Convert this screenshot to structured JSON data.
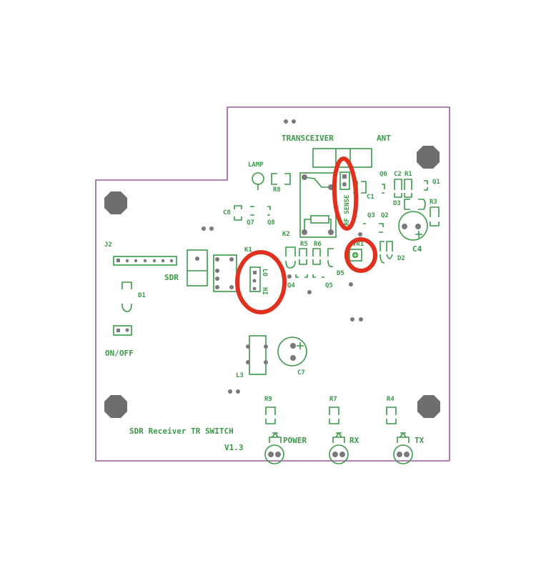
{
  "board": {
    "title": "SDR Receiver TR SWITCH",
    "version": "V1.3",
    "colors": {
      "silkscreen": "#3a9a48",
      "outline": "#9b5a9b",
      "pads": "#7a7a7a",
      "highlight": "#e0301e"
    }
  },
  "connectors": {
    "transceiver": "TRANSCEIVER",
    "ant": "ANT",
    "sdr": "SDR",
    "on_off": "ON/OFF",
    "lamp": "LAMP",
    "rf_sense": "RF SENSE",
    "lo": "LO",
    "hi": "HI"
  },
  "leds": {
    "power": "POWER",
    "rx": "RX",
    "tx": "TX"
  },
  "refs": {
    "R1": "R1",
    "R3": "R3",
    "R4": "R4",
    "R5": "R5",
    "R6": "R6",
    "R7": "R7",
    "R8": "R8",
    "R9": "R9",
    "C1": "C1",
    "C2": "C2",
    "C4": "C4",
    "C7": "C7",
    "C8": "C8",
    "Q1": "Q1",
    "Q2": "Q2",
    "Q3": "Q3",
    "Q4": "Q4",
    "Q5": "Q5",
    "Q6": "Q6",
    "Q7": "Q7",
    "Q8": "Q8",
    "D1": "D1",
    "D2": "D2",
    "D3": "D3",
    "D5": "D5",
    "K1": "K1",
    "K2": "K2",
    "J2": "J2",
    "L3": "L3",
    "VR1": "VR1"
  }
}
